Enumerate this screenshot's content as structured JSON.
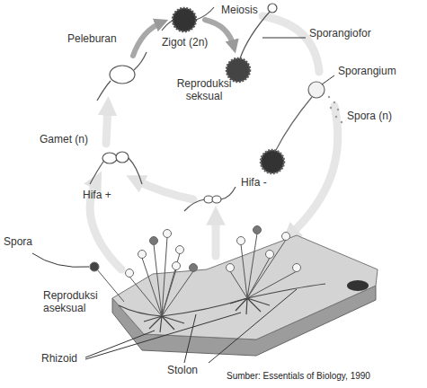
{
  "diagram": {
    "caption": "Sumber: Essentials of Biology, 1990",
    "labels": [
      "Peleburan",
      "Zigot (2n)",
      "Meiosis",
      "Sporangiofor",
      "Reproduksi seksual",
      "Sporangium",
      "Spora (n)",
      "Gamet (n)",
      "Hifa +",
      "Hifa -",
      "Spora",
      "Reproduksi aseksual",
      "Rhizoid",
      "Stolon"
    ]
  }
}
